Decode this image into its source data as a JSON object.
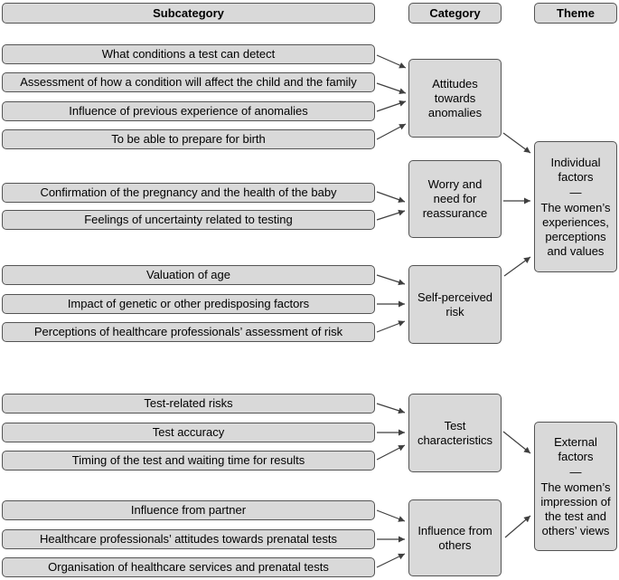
{
  "headers": {
    "subcategory": "Subcategory",
    "category": "Category",
    "theme": "Theme"
  },
  "groups": [
    {
      "category": "Attitudes towards anomalies",
      "subcategories": [
        "What conditions a test can detect",
        "Assessment of how a condition will affect the child and the family",
        "Influence of previous experience of anomalies",
        "To be able to prepare for birth"
      ]
    },
    {
      "category": "Worry and need for reassurance",
      "subcategories": [
        "Confirmation of the pregnancy and the health of the baby",
        "Feelings of uncertainty related to testing"
      ]
    },
    {
      "category": "Self-perceived risk",
      "subcategories": [
        "Valuation of age",
        "Impact of genetic or other predisposing factors",
        "Perceptions of healthcare professionals’ assessment of risk"
      ]
    },
    {
      "category": "Test characteristics",
      "subcategories": [
        "Test-related risks",
        "Test accuracy",
        "Timing of the test and waiting time for results"
      ]
    },
    {
      "category": "Influence from others",
      "subcategories": [
        "Influence from partner",
        "Healthcare professionals’ attitudes towards prenatal tests",
        "Organisation of healthcare services and prenatal tests"
      ]
    }
  ],
  "themes": [
    {
      "title": "Individual factors",
      "separator": "—",
      "description": "The women’s experiences, perceptions and values"
    },
    {
      "title": "External factors",
      "separator": "—",
      "description": "The women’s impression of the test and others’ views"
    }
  ],
  "colors": {
    "box_fill": "#d9d9d9",
    "box_border": "#545454",
    "arrow": "#3f3f3f",
    "text": "#000000"
  }
}
